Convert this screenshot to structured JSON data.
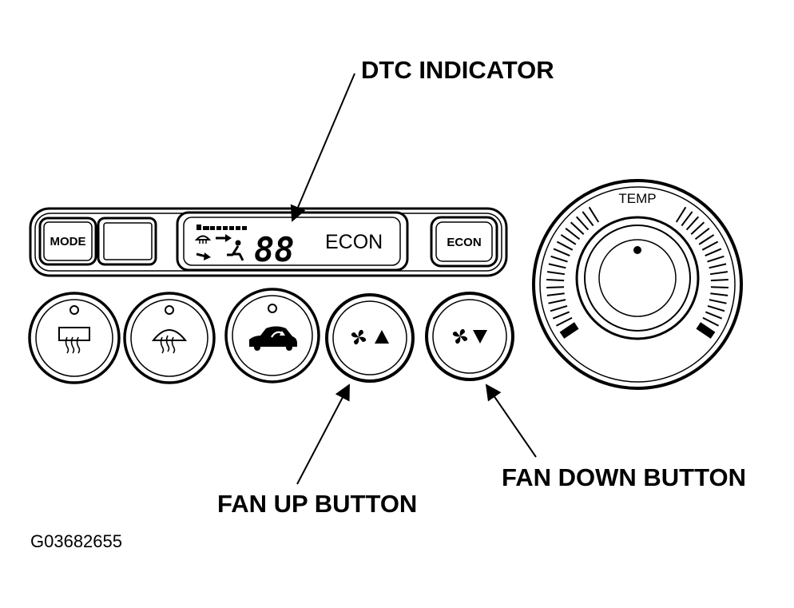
{
  "callouts": {
    "dtc_indicator": "DTC INDICATOR",
    "fan_up_button": "FAN UP BUTTON",
    "fan_down_button": "FAN DOWN BUTTON"
  },
  "figure_id": "G03682655",
  "panel": {
    "mode_button_label": "MODE",
    "econ_button_label": "ECON",
    "lcd": {
      "digits": "88",
      "econ_text": "ECON"
    },
    "temp_knob_label": "TEMP"
  },
  "icons": {
    "rear_defrost": "rear-defrost-icon",
    "front_defrost": "front-defrost-icon",
    "recirculation": "recirculation-car-icon",
    "fan_up": "fan-up-icon",
    "fan_down": "fan-down-icon"
  },
  "colors": {
    "ink": "#000000",
    "paper": "#ffffff"
  }
}
